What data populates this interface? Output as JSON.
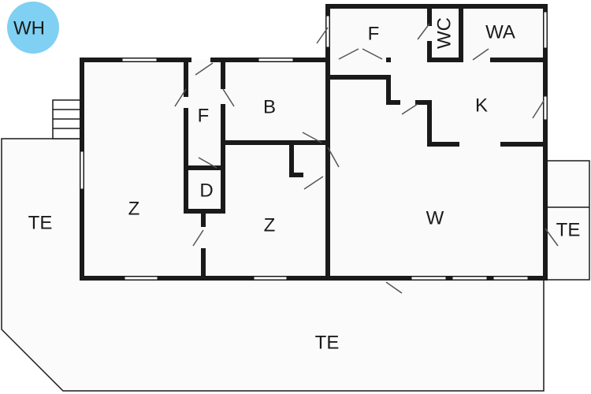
{
  "badge": {
    "label": "WH",
    "color": "#7fd0f2"
  },
  "rooms": {
    "terrace_west": "TE",
    "bedroom_west": "Z",
    "hall_west": "F",
    "bathroom": "B",
    "shower": "D",
    "bedroom_middle": "Z",
    "hall_north": "F",
    "toilet": "WC",
    "laundry": "WA",
    "kitchen": "K",
    "living": "W",
    "terrace_east": "TE",
    "terrace_south": "TE"
  },
  "colors": {
    "wall": "#1a1a1a",
    "floor": "#fafafa"
  }
}
